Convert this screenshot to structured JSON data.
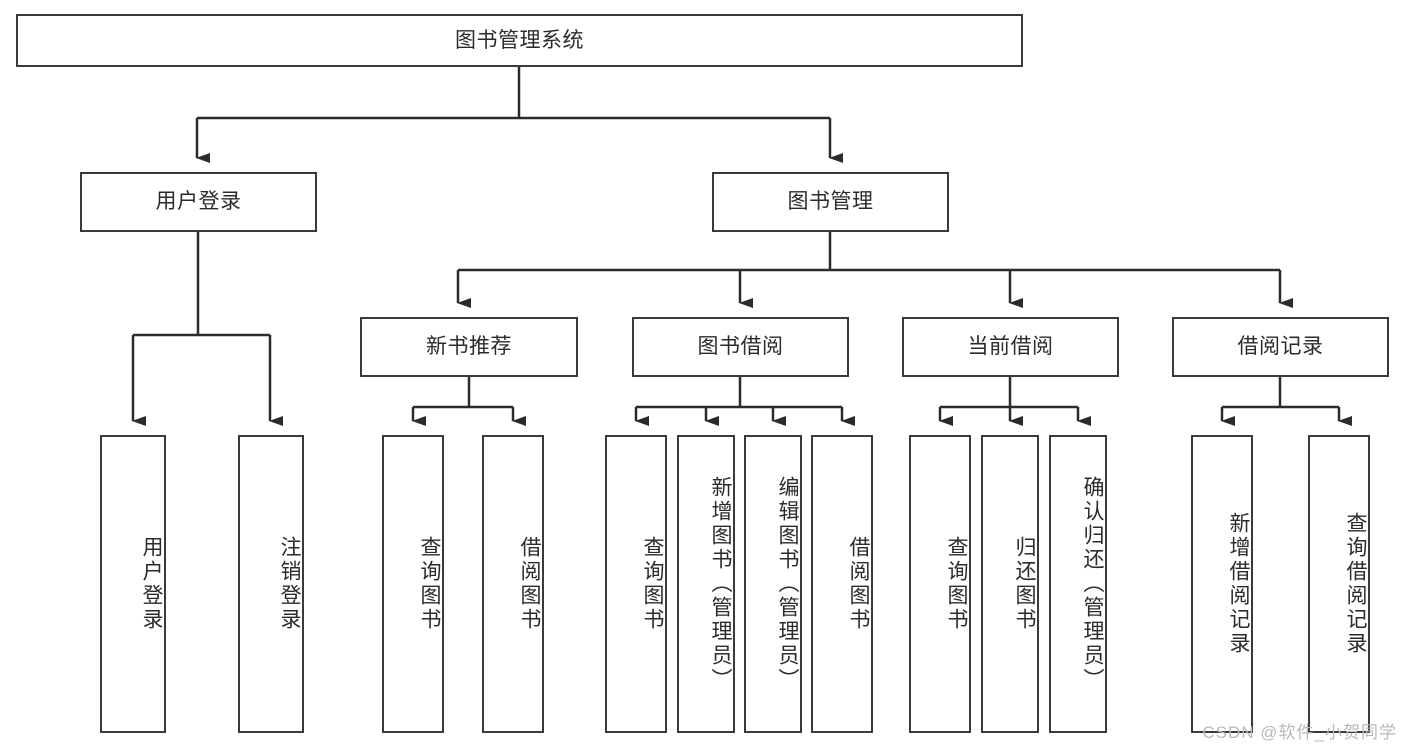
{
  "diagram": {
    "title": "图书管理系统",
    "type": "hierarchy-tree",
    "colors": {
      "border": "#3a3a3a",
      "text": "#2b2b2b",
      "background": "#ffffff",
      "connector": "#2b2b2b",
      "watermark": "#b9b9b9"
    },
    "root": {
      "label": "图书管理系统"
    },
    "level2": [
      {
        "label": "用户登录"
      },
      {
        "label": "图书管理"
      }
    ],
    "level3": [
      {
        "label": "新书推荐"
      },
      {
        "label": "图书借阅"
      },
      {
        "label": "当前借阅"
      },
      {
        "label": "借阅记录"
      }
    ],
    "leaves": {
      "user_login": [
        {
          "label": "用户登录"
        },
        {
          "label": "注销登录"
        }
      ],
      "new_book": [
        {
          "label": "查询图书"
        },
        {
          "label": "借阅图书"
        }
      ],
      "book_borrow": [
        {
          "label": "查询图书"
        },
        {
          "label": "新增图书（管理员）"
        },
        {
          "label": "编辑图书（管理员）"
        },
        {
          "label": "借阅图书"
        }
      ],
      "current_borrow": [
        {
          "label": "查询图书"
        },
        {
          "label": "归还图书"
        },
        {
          "label": "确认归还（管理员）"
        }
      ],
      "borrow_record": [
        {
          "label": "新增借阅记录"
        },
        {
          "label": "查询借阅记录"
        }
      ]
    }
  },
  "watermark": "CSDN @软件_小贺同学"
}
